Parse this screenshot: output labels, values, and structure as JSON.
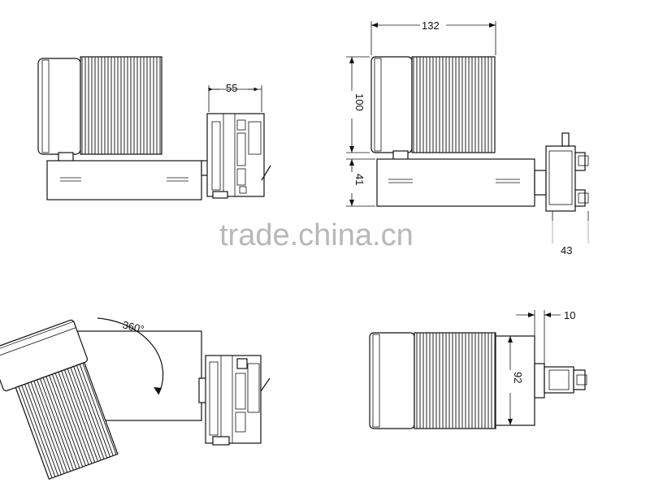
{
  "dimensions": {
    "top_left_width": "55",
    "top_right_length": "132",
    "top_right_head_height": "100",
    "top_right_arm_height": "41",
    "top_right_adapter_depth": "43",
    "bottom_left_rotation": "360°",
    "bottom_right_offset": "10",
    "bottom_right_diameter": "92"
  },
  "watermark": {
    "text": "trade.china.cn"
  }
}
